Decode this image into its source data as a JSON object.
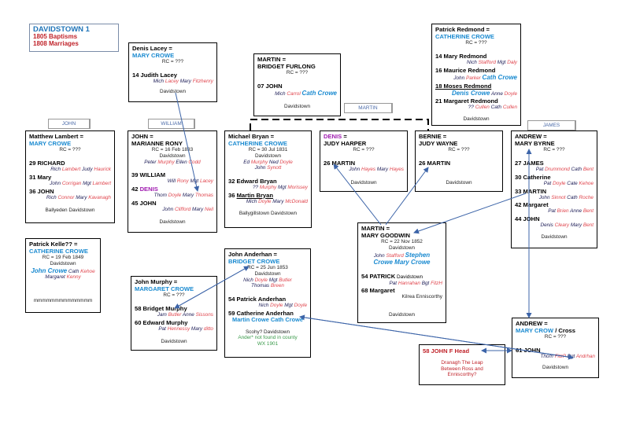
{
  "header": {
    "title": "DAVIDSTOWN 1",
    "line1": "1805  Baptisms",
    "line2": "1808  Marriages"
  },
  "labels": {
    "john": "JOHN",
    "william": "WILLIAM",
    "martin": "MARTIN",
    "james": "JAMES"
  },
  "families": {
    "lacey": {
      "husband": "Denis Lacey =",
      "wife": "MARY CROWE",
      "rc": "RC = ???",
      "c1": "14  Judith Lacey",
      "c1_sp": [
        "Mich ",
        "Lacey",
        " Mary ",
        "Fitzhenry"
      ],
      "place": "Davidstown"
    },
    "furlong": {
      "husband": "MARTIN =",
      "wife": "BRIDGET FURLONG",
      "rc": "RC = ???",
      "c1": "07  JOHN",
      "c1_sp": [
        "Mich ",
        "Carrol",
        " ",
        "Cath Crowe"
      ],
      "place": "Davidstown"
    },
    "redmond": {
      "husband": "Patrick Redmond   =",
      "wife": "CATHERINE CROWE",
      "rc": "RC = ???",
      "c1": "14  Mary Redmond",
      "c1_sp": [
        "Nich ",
        "Stafford",
        " Mgt ",
        "Daly"
      ],
      "c2": "16  Maurice Redmond",
      "c2_sp": [
        "John ",
        "Parker",
        " ",
        "Cath Crowe"
      ],
      "c3": "18  Moses Redmond",
      "c3_sp": [
        "Denis Crowe",
        " Anne ",
        "Doyle"
      ],
      "c4": "21  Margaret Redmond",
      "c4_sp": [
        "?? ",
        "Cullen",
        " Cath ",
        "Cullen"
      ],
      "place": "Davidstown"
    },
    "lambert": {
      "husband": "Matthew Lambert   =",
      "wife": "MARY CROWE",
      "rc": "RC = ???",
      "c1": "29  RICHARD",
      "c1_sp": [
        "Rich ",
        "Lambert",
        " Judy ",
        "Haurick"
      ],
      "c2": "31  Mary",
      "c2_sp": [
        "John ",
        "Corrigan",
        " Mgt ",
        "Lambert"
      ],
      "c3": "36  JOHN",
      "c3_sp": [
        "Rich ",
        "Connor",
        " Mary ",
        "Kavanagh"
      ],
      "place": "Ballyeden  Davidstown"
    },
    "rony": {
      "husband": "JOHN  =",
      "wife": "MARIANNE RONY",
      "rc": "RC = 16 Feb 1833",
      "rc_place": "Davidstown",
      "sponsors": [
        "Peter ",
        "Murphy",
        " Ellen ",
        "Codd"
      ],
      "c1": "39  WILLIAM",
      "c1_sp": [
        "Will ",
        "Rony",
        " Mgt ",
        "Lacey"
      ],
      "c2_num": "42  ",
      "c2_name": "DENIS",
      "c2_sp": [
        "Thom ",
        "Doyle",
        " Mary ",
        "Thomas"
      ],
      "c3": "45  JOHN",
      "c3_sp": [
        "John ",
        "Clifford",
        " Mary ",
        "Neil"
      ],
      "place": "Davidstown"
    },
    "bryan": {
      "husband": "Michael Bryan  =",
      "wife": "CATHERINE CROWE",
      "rc": "RC = 30 Jul 1831",
      "rc_place": "Davidstown",
      "sponsors1": [
        "Ed ",
        "Murphy",
        " Ned ",
        "Doyle"
      ],
      "sponsors2": [
        "John ",
        "Synott"
      ],
      "c1": "32  Edward Bryan",
      "c1_sp": [
        "?? ",
        "Murphy",
        " Mgt ",
        "Morissey"
      ],
      "c2_num": "36  ",
      "c2_name": "Martin Bryan",
      "c2_sp": [
        "Mich ",
        "Doyle",
        " Mary ",
        "McDonald"
      ],
      "place": "Ballygillstown  Davidstown"
    },
    "harper": {
      "husband_name": "DENIS",
      "husband_eq": " =",
      "wife": "JUDY HARPER",
      "rc": "RC = ???",
      "c1": "26  MARTIN",
      "c1_sp": [
        "John ",
        "Hayes",
        " Mary ",
        "Hayes"
      ],
      "place": "Davidstown"
    },
    "wayne": {
      "husband": "BERNIE  =",
      "wife": "JUDY WAYNE",
      "rc": "RC = ???",
      "c1": "26  MARTIN",
      "place": "Davidstown"
    },
    "byrne": {
      "husband": "ANDREW  =",
      "wife": "MARY BYRNE",
      "rc": "RC = ???",
      "c1": "27  JAMES",
      "c1_sp": [
        "Pat ",
        "Drummond",
        " Cath ",
        "Bent"
      ],
      "c2": "30  Catherine",
      "c2_sp": [
        "Pat ",
        "Doyle",
        " Cate ",
        "Kehoe"
      ],
      "c3": "33  MARTIN",
      "c3_sp": [
        "John ",
        "Sinnot",
        " Cath ",
        "Roche"
      ],
      "c4": "42  Margaret",
      "c4_sp": [
        "Pat ",
        "Brien",
        " Anne ",
        "Bent"
      ],
      "c5": "44  JOHN",
      "c5_sp": [
        "Denis ",
        "Cleary",
        " Mary ",
        "Bent"
      ],
      "place": "Davidstown"
    },
    "kelle": {
      "husband": "Patrick Kelle??  =",
      "wife": "CATHERINE CROWE",
      "rc": "RC = 19 Feb 1849",
      "rc_place": "Davidstown",
      "sponsors1": [
        "John Crowe",
        " Cath ",
        "Kehoe"
      ],
      "sponsors2": [
        "Margaret ",
        "Kenny"
      ],
      "footer": "mmmmmmmmmmmmmm"
    },
    "murphy": {
      "husband": "John Murphy  =",
      "wife": "MARGARET CROWE",
      "rc": "RC = ???",
      "c1": "58  Bridget Murphy",
      "c1_sp": [
        "Jam ",
        "Butler",
        " Anne ",
        "Sissons"
      ],
      "c2": "60  Edward Murphy",
      "c2_sp": [
        "Pat ",
        "Hennessy",
        " Mary ",
        "ditto"
      ],
      "place": "Davidstown"
    },
    "anderhan": {
      "husband": "John Anderhan   =",
      "wife": "BRIDGET CROWE",
      "rc": "RC = 25 Jun 1853",
      "rc_place": "Davidstown",
      "sponsors1": [
        "Nich ",
        "Doyle",
        " Mgt ",
        "Butler"
      ],
      "sponsors2": [
        "Thomas ",
        "Breen"
      ],
      "c1": "54  Patrick Anderhan",
      "c1_sp": [
        "Nich ",
        "Doyle",
        " Mgt ",
        "Doyle"
      ],
      "c2": "59  Catherine Anderhan",
      "c2_sp": "Martin Crowe Cath Crowe",
      "place": "Scohy?  Davidstown",
      "note1": "Ander* not found in county",
      "note2": "WX 1901"
    },
    "goodwin": {
      "husband": "MARTIN  =",
      "wife": "MARY GOODWIN",
      "rc": "RC = 22 Nov 1852",
      "rc_place": "Davidstown",
      "sponsors1": [
        "John ",
        "Stafford",
        " ",
        "Stephen"
      ],
      "sponsors2": "Crowe Mary Crowe",
      "c1": "54  PATRICK",
      "c1_place": " Davidstown",
      "c1_sp": [
        "Pat ",
        "Hanrahan",
        " Bgt ",
        "FitzH"
      ],
      "c2": "68  Margaret",
      "c2_place": "Kilrea  Enniscorthy",
      "place": "Davidstown"
    },
    "head": {
      "c1": "58  JOHN  F Head",
      "note1": "Dranagh  The Leap",
      "note2": "Between Ross and",
      "note3": "Enniscorthy?"
    },
    "cross": {
      "husband": "ANDREW  =",
      "wife": "MARY CROW",
      "wife_alt": " / Cross",
      "rc": "RC = ???",
      "c1": "61  JOHN",
      "c1_sp": [
        "Thom ",
        "FitzP",
        " Bgt ",
        "Andrhan"
      ],
      "place": "Davidstown"
    }
  },
  "colors": {
    "title_blue": "#1f74b8",
    "wife_blue": "#1a8ad0",
    "surname_red": "#e0454d",
    "header_red": "#c0242b",
    "purple": "#a01cb0",
    "note_green": "#3a9a4a",
    "arrow": "#3c64a8"
  }
}
